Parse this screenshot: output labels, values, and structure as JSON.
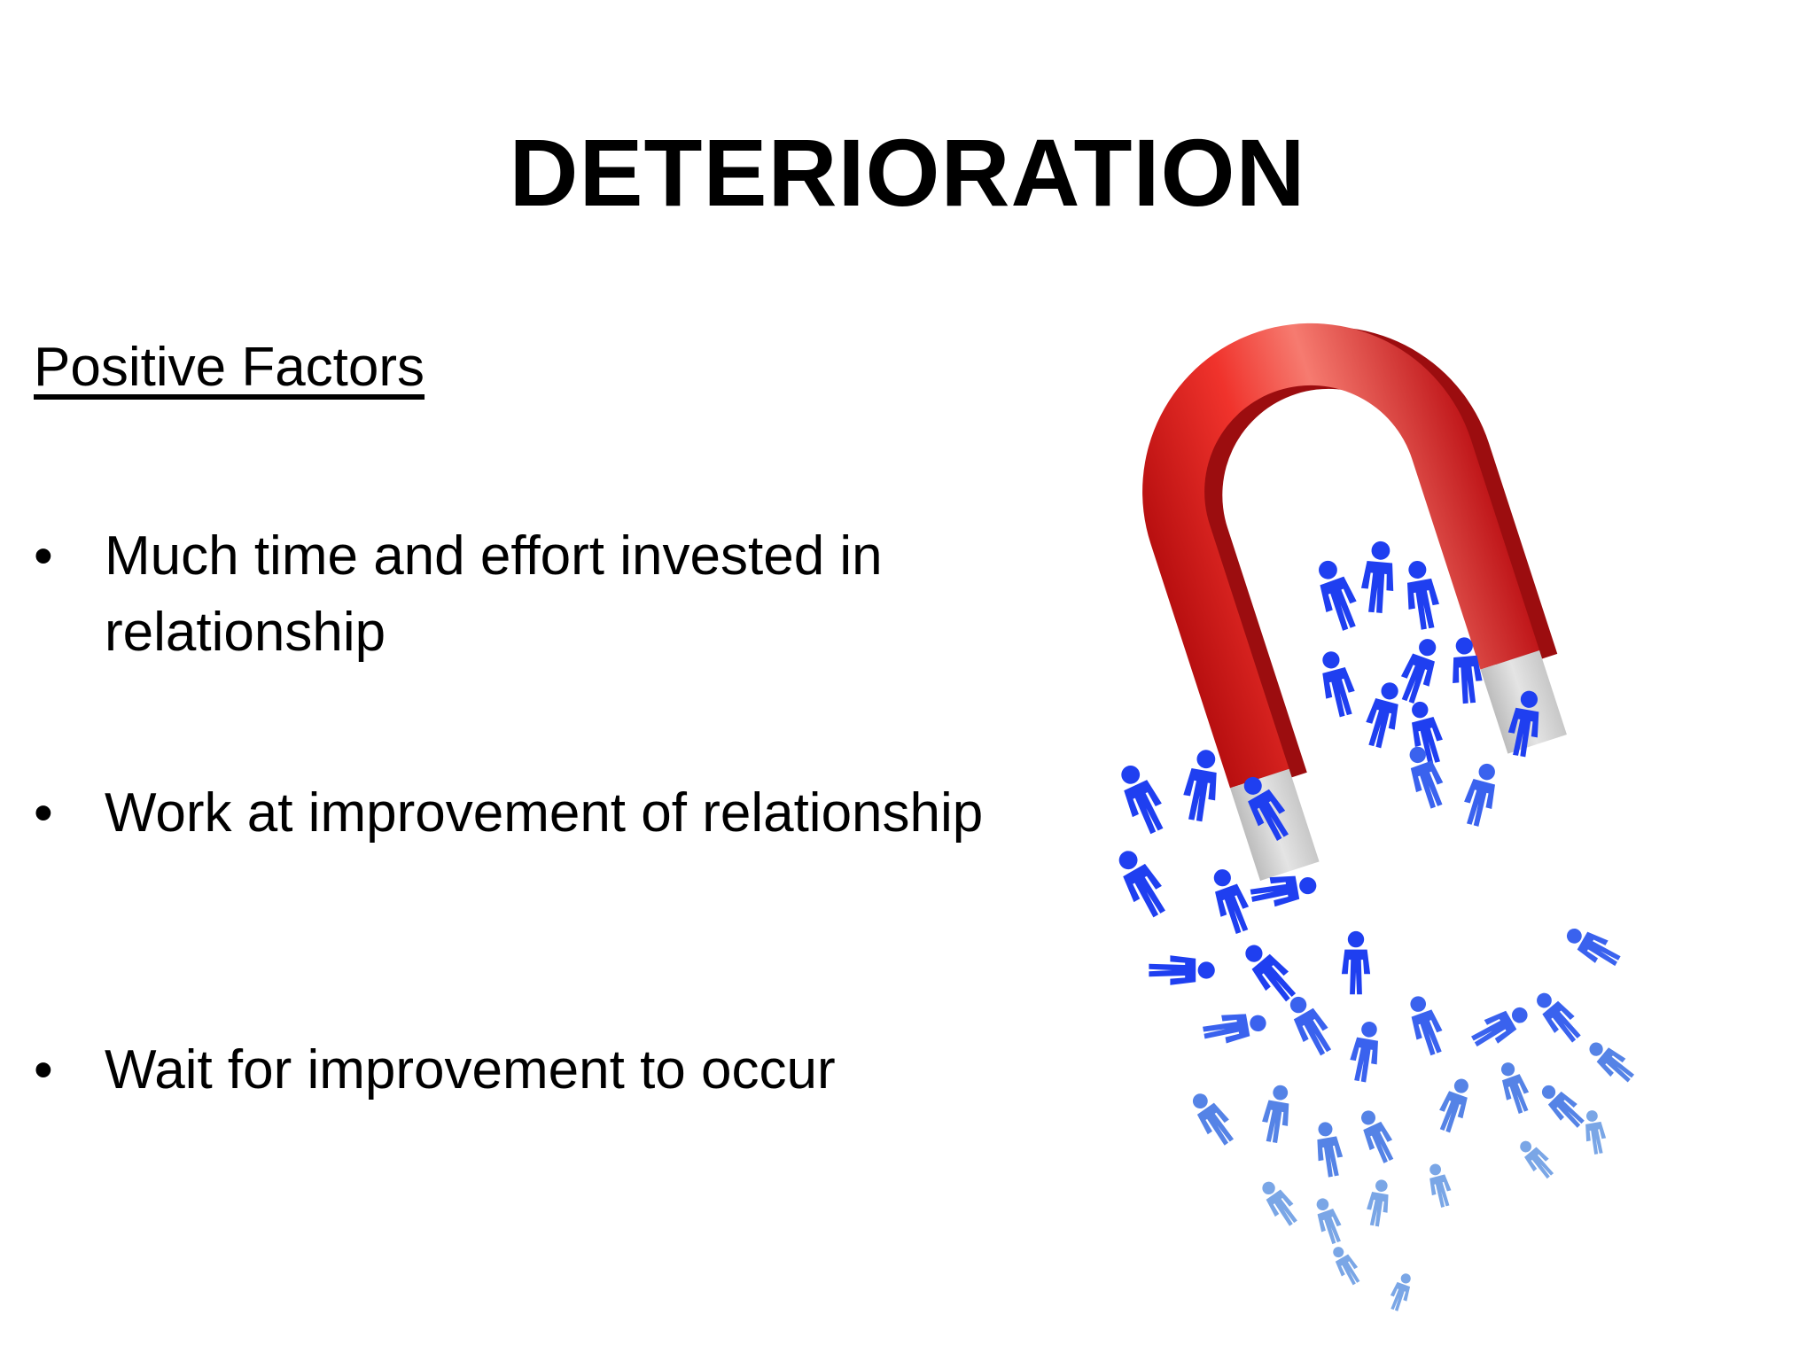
{
  "slide": {
    "title": "DETERIORATION",
    "subheading": "Positive Factors",
    "bullets": [
      "Much time and effort invested in relationship",
      "Work at improvement of relationship",
      "Wait for improvement to occur"
    ],
    "bullet_glyph": "•"
  },
  "illustration": {
    "description_icon": "magnet-attracting-people-icon",
    "colors": {
      "magnet_red": "#e0201c",
      "magnet_dark_red": "#a80f0f",
      "magnet_tip": "#d4d4d4",
      "people_blue": "#1f3ff0",
      "people_light_blue": "#7aa6e6"
    }
  }
}
